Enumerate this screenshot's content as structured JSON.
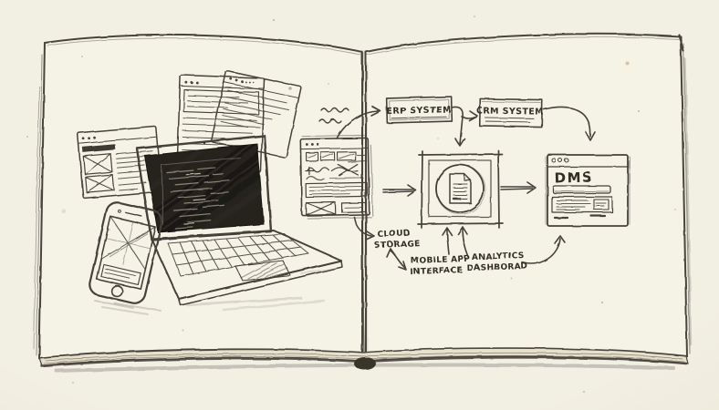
{
  "labels": {
    "erp": "ERP SYSTEM",
    "crm": "CRM SYSTEM",
    "dms": "DMS",
    "cloud1": "CLOUD",
    "cloud2": "STORAGE",
    "mobile1": "MOBILE APP",
    "mobile2": "INTERFACE",
    "analytics1": "ANALYTICS",
    "analytics2": "DASHBORAD"
  },
  "flow": {
    "nodes": [
      "wireframe-browser",
      "ERP SYSTEM",
      "CRM SYSTEM",
      "document-processor",
      "DMS",
      "CLOUD STORAGE",
      "MOBILE APP INTERFACE",
      "ANALYTICS DASHBORAD"
    ],
    "edges": [
      {
        "from": "wireframe-browser",
        "to": "ERP SYSTEM"
      },
      {
        "from": "ERP SYSTEM",
        "to": "CRM SYSTEM"
      },
      {
        "from": "ERP SYSTEM",
        "to": "document-processor"
      },
      {
        "from": "CRM SYSTEM",
        "to": "DMS"
      },
      {
        "from": "wireframe-browser",
        "to": "document-processor"
      },
      {
        "from": "document-processor",
        "to": "DMS"
      },
      {
        "from": "wireframe-browser",
        "to": "CLOUD STORAGE"
      },
      {
        "from": "CLOUD STORAGE",
        "to": "MOBILE APP INTERFACE",
        "bidirectional": true
      },
      {
        "from": "MOBILE APP INTERFACE",
        "to": "document-processor"
      },
      {
        "from": "ANALYTICS DASHBORAD",
        "to": "document-processor"
      },
      {
        "from": "ANALYTICS DASHBORAD",
        "to": "DMS"
      }
    ]
  },
  "icons": {
    "processor_center": "document-icon",
    "window_controls": "browser-dots-icon",
    "phone_button": "home-button-icon"
  },
  "colors": {
    "paper": "#f0ecdf",
    "page": "#f5f2e6",
    "ink": "#46413a",
    "laptop_screen": "#26231e"
  }
}
